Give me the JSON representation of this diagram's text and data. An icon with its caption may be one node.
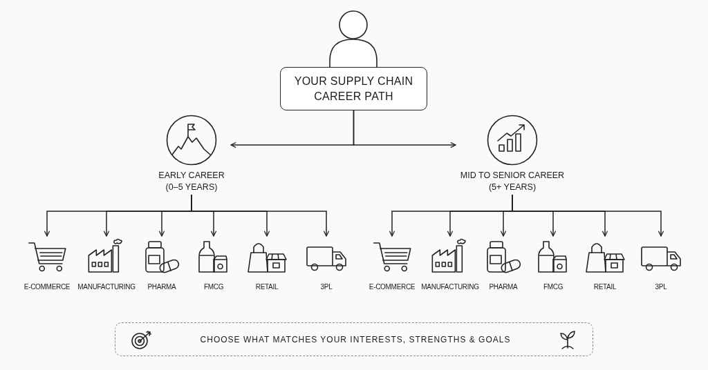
{
  "diagram": {
    "nodes": [
      {
        "text": [
          "YOUR SUPPLY CHAIN CAREER PATH"
        ]
      },
      {
        "text": [
          "EARLY CAREER (0–5 YEARS)"
        ]
      },
      {
        "text": [
          "MID TO SENIOR CAREER (5+ YEARS)"
        ]
      },
      {
        "text": [
          "E-COMMERCE"
        ]
      },
      {
        "text": [
          "MANUFACTURING"
        ]
      },
      {
        "text": [
          "PHARMA"
        ]
      },
      {
        "text": [
          "FMCG"
        ]
      },
      {
        "text": [
          "RETAIL"
        ]
      },
      {
        "text": [
          "3PL"
        ]
      },
      {
        "text": [
          "E-COMMERCE"
        ]
      },
      {
        "text": [
          "MANUFACTURING"
        ]
      },
      {
        "text": [
          "PHARMA"
        ]
      },
      {
        "text": [
          "FMCG"
        ]
      },
      {
        "text": [
          "RETAIL"
        ]
      },
      {
        "text": [
          "3PL"
        ]
      },
      {
        "text": [
          "CHOOSE WHAT MATCHES YOUR INTERESTS, STRENGTHS & GOALS"
        ]
      }
    ],
    "edges": [
      {
        "from": 0,
        "to": 1,
        "arrow": "to"
      },
      {
        "from": 0,
        "to": 2,
        "arrow": "to"
      },
      {
        "from": 1,
        "to": 3,
        "arrow": "to"
      },
      {
        "from": 1,
        "to": 4,
        "arrow": "to"
      },
      {
        "from": 1,
        "to": 5,
        "arrow": "to"
      },
      {
        "from": 1,
        "to": 6,
        "arrow": "to"
      },
      {
        "from": 1,
        "to": 7,
        "arrow": "to"
      },
      {
        "from": 1,
        "to": 8,
        "arrow": "to"
      },
      {
        "from": 2,
        "to": 9,
        "arrow": "to"
      },
      {
        "from": 2,
        "to": 10,
        "arrow": "to"
      },
      {
        "from": 2,
        "to": 11,
        "arrow": "to"
      },
      {
        "from": 2,
        "to": 12,
        "arrow": "to"
      },
      {
        "from": 2,
        "to": 13,
        "arrow": "to"
      },
      {
        "from": 2,
        "to": 14,
        "arrow": "to"
      }
    ]
  }
}
